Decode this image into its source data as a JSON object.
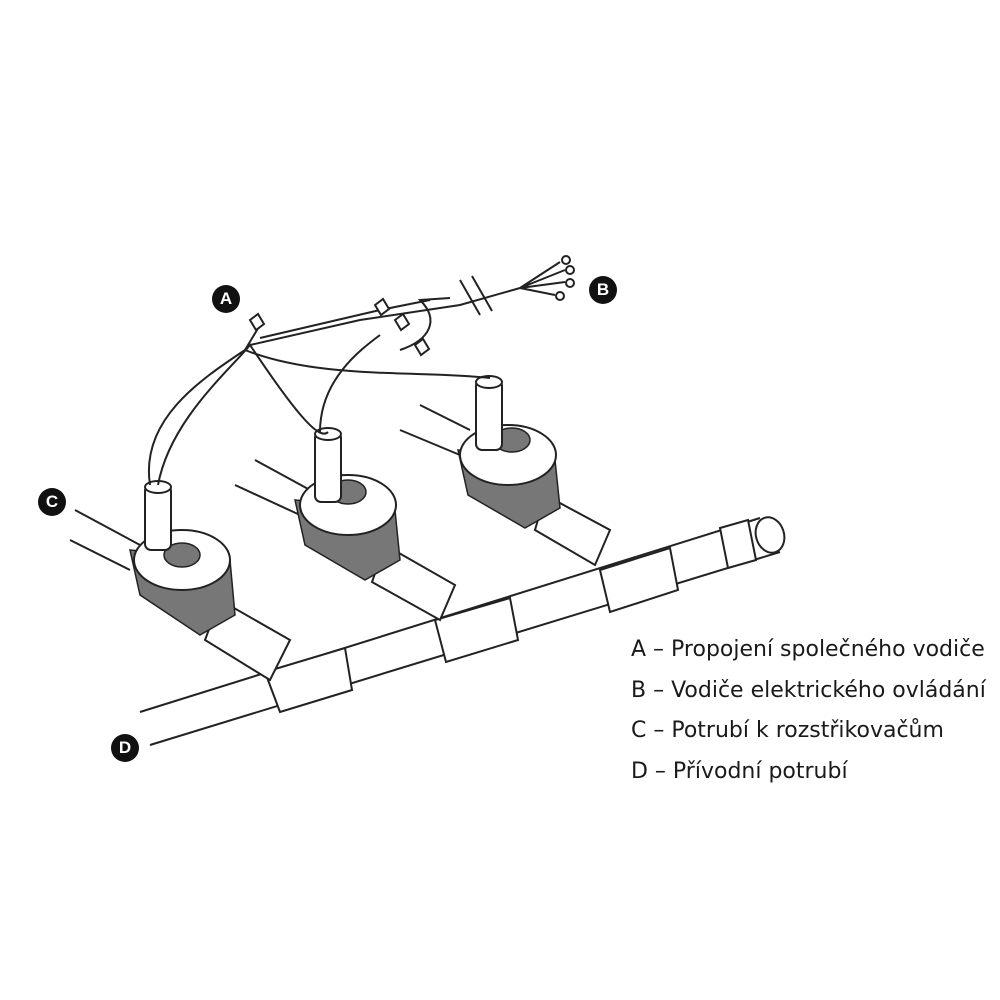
{
  "markers": {
    "a": "A",
    "b": "B",
    "c": "C",
    "d": "D"
  },
  "legend": [
    "A – Propojení společného vodiče",
    "B – Vodiče elektrického ovládání",
    "C – Potrubí k rozstřikovačům",
    "D – Přívodní potrubí"
  ]
}
